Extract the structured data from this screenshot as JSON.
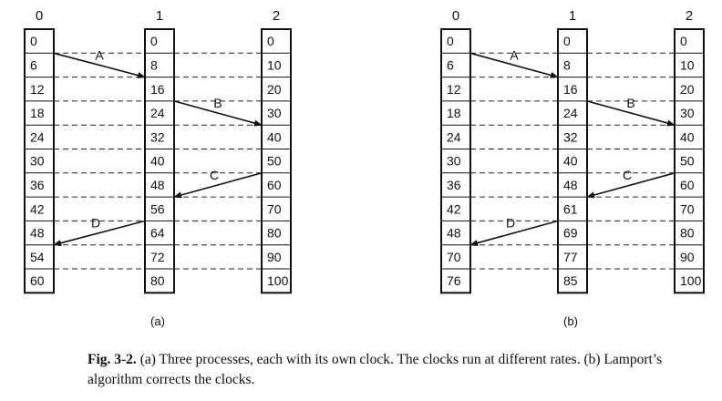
{
  "panels": [
    {
      "label": "(a)",
      "processes": [
        {
          "name": "0",
          "ticks": [
            "0",
            "6",
            "12",
            "18",
            "24",
            "30",
            "36",
            "42",
            "48",
            "54",
            "60"
          ]
        },
        {
          "name": "1",
          "ticks": [
            "0",
            "8",
            "16",
            "24",
            "32",
            "40",
            "48",
            "56",
            "64",
            "72",
            "80"
          ]
        },
        {
          "name": "2",
          "ticks": [
            "0",
            "10",
            "20",
            "30",
            "40",
            "50",
            "60",
            "70",
            "80",
            "90",
            "100"
          ]
        }
      ],
      "messages": [
        {
          "label": "A",
          "from_process": 0,
          "from_row": 1,
          "to_process": 1,
          "to_row": 2
        },
        {
          "label": "B",
          "from_process": 1,
          "from_row": 3,
          "to_process": 2,
          "to_row": 4
        },
        {
          "label": "C",
          "from_process": 2,
          "from_row": 6,
          "to_process": 1,
          "to_row": 7
        },
        {
          "label": "D",
          "from_process": 1,
          "from_row": 8,
          "to_process": 0,
          "to_row": 9
        }
      ]
    },
    {
      "label": "(b)",
      "processes": [
        {
          "name": "0",
          "ticks": [
            "0",
            "6",
            "12",
            "18",
            "24",
            "30",
            "36",
            "42",
            "48",
            "70",
            "76"
          ]
        },
        {
          "name": "1",
          "ticks": [
            "0",
            "8",
            "16",
            "24",
            "32",
            "40",
            "48",
            "61",
            "69",
            "77",
            "85"
          ]
        },
        {
          "name": "2",
          "ticks": [
            "0",
            "10",
            "20",
            "30",
            "40",
            "50",
            "60",
            "70",
            "80",
            "90",
            "100"
          ]
        }
      ],
      "messages": [
        {
          "label": "A",
          "from_process": 0,
          "from_row": 1,
          "to_process": 1,
          "to_row": 2
        },
        {
          "label": "B",
          "from_process": 1,
          "from_row": 3,
          "to_process": 2,
          "to_row": 4
        },
        {
          "label": "C",
          "from_process": 2,
          "from_row": 6,
          "to_process": 1,
          "to_row": 7
        },
        {
          "label": "D",
          "from_process": 1,
          "from_row": 8,
          "to_process": 0,
          "to_row": 9
        }
      ]
    }
  ],
  "caption": {
    "label": "Fig. 3-2.",
    "text": " (a) Three processes, each with its own clock. The clocks run at different rates. (b) Lamport’s algorithm corrects the clocks."
  }
}
